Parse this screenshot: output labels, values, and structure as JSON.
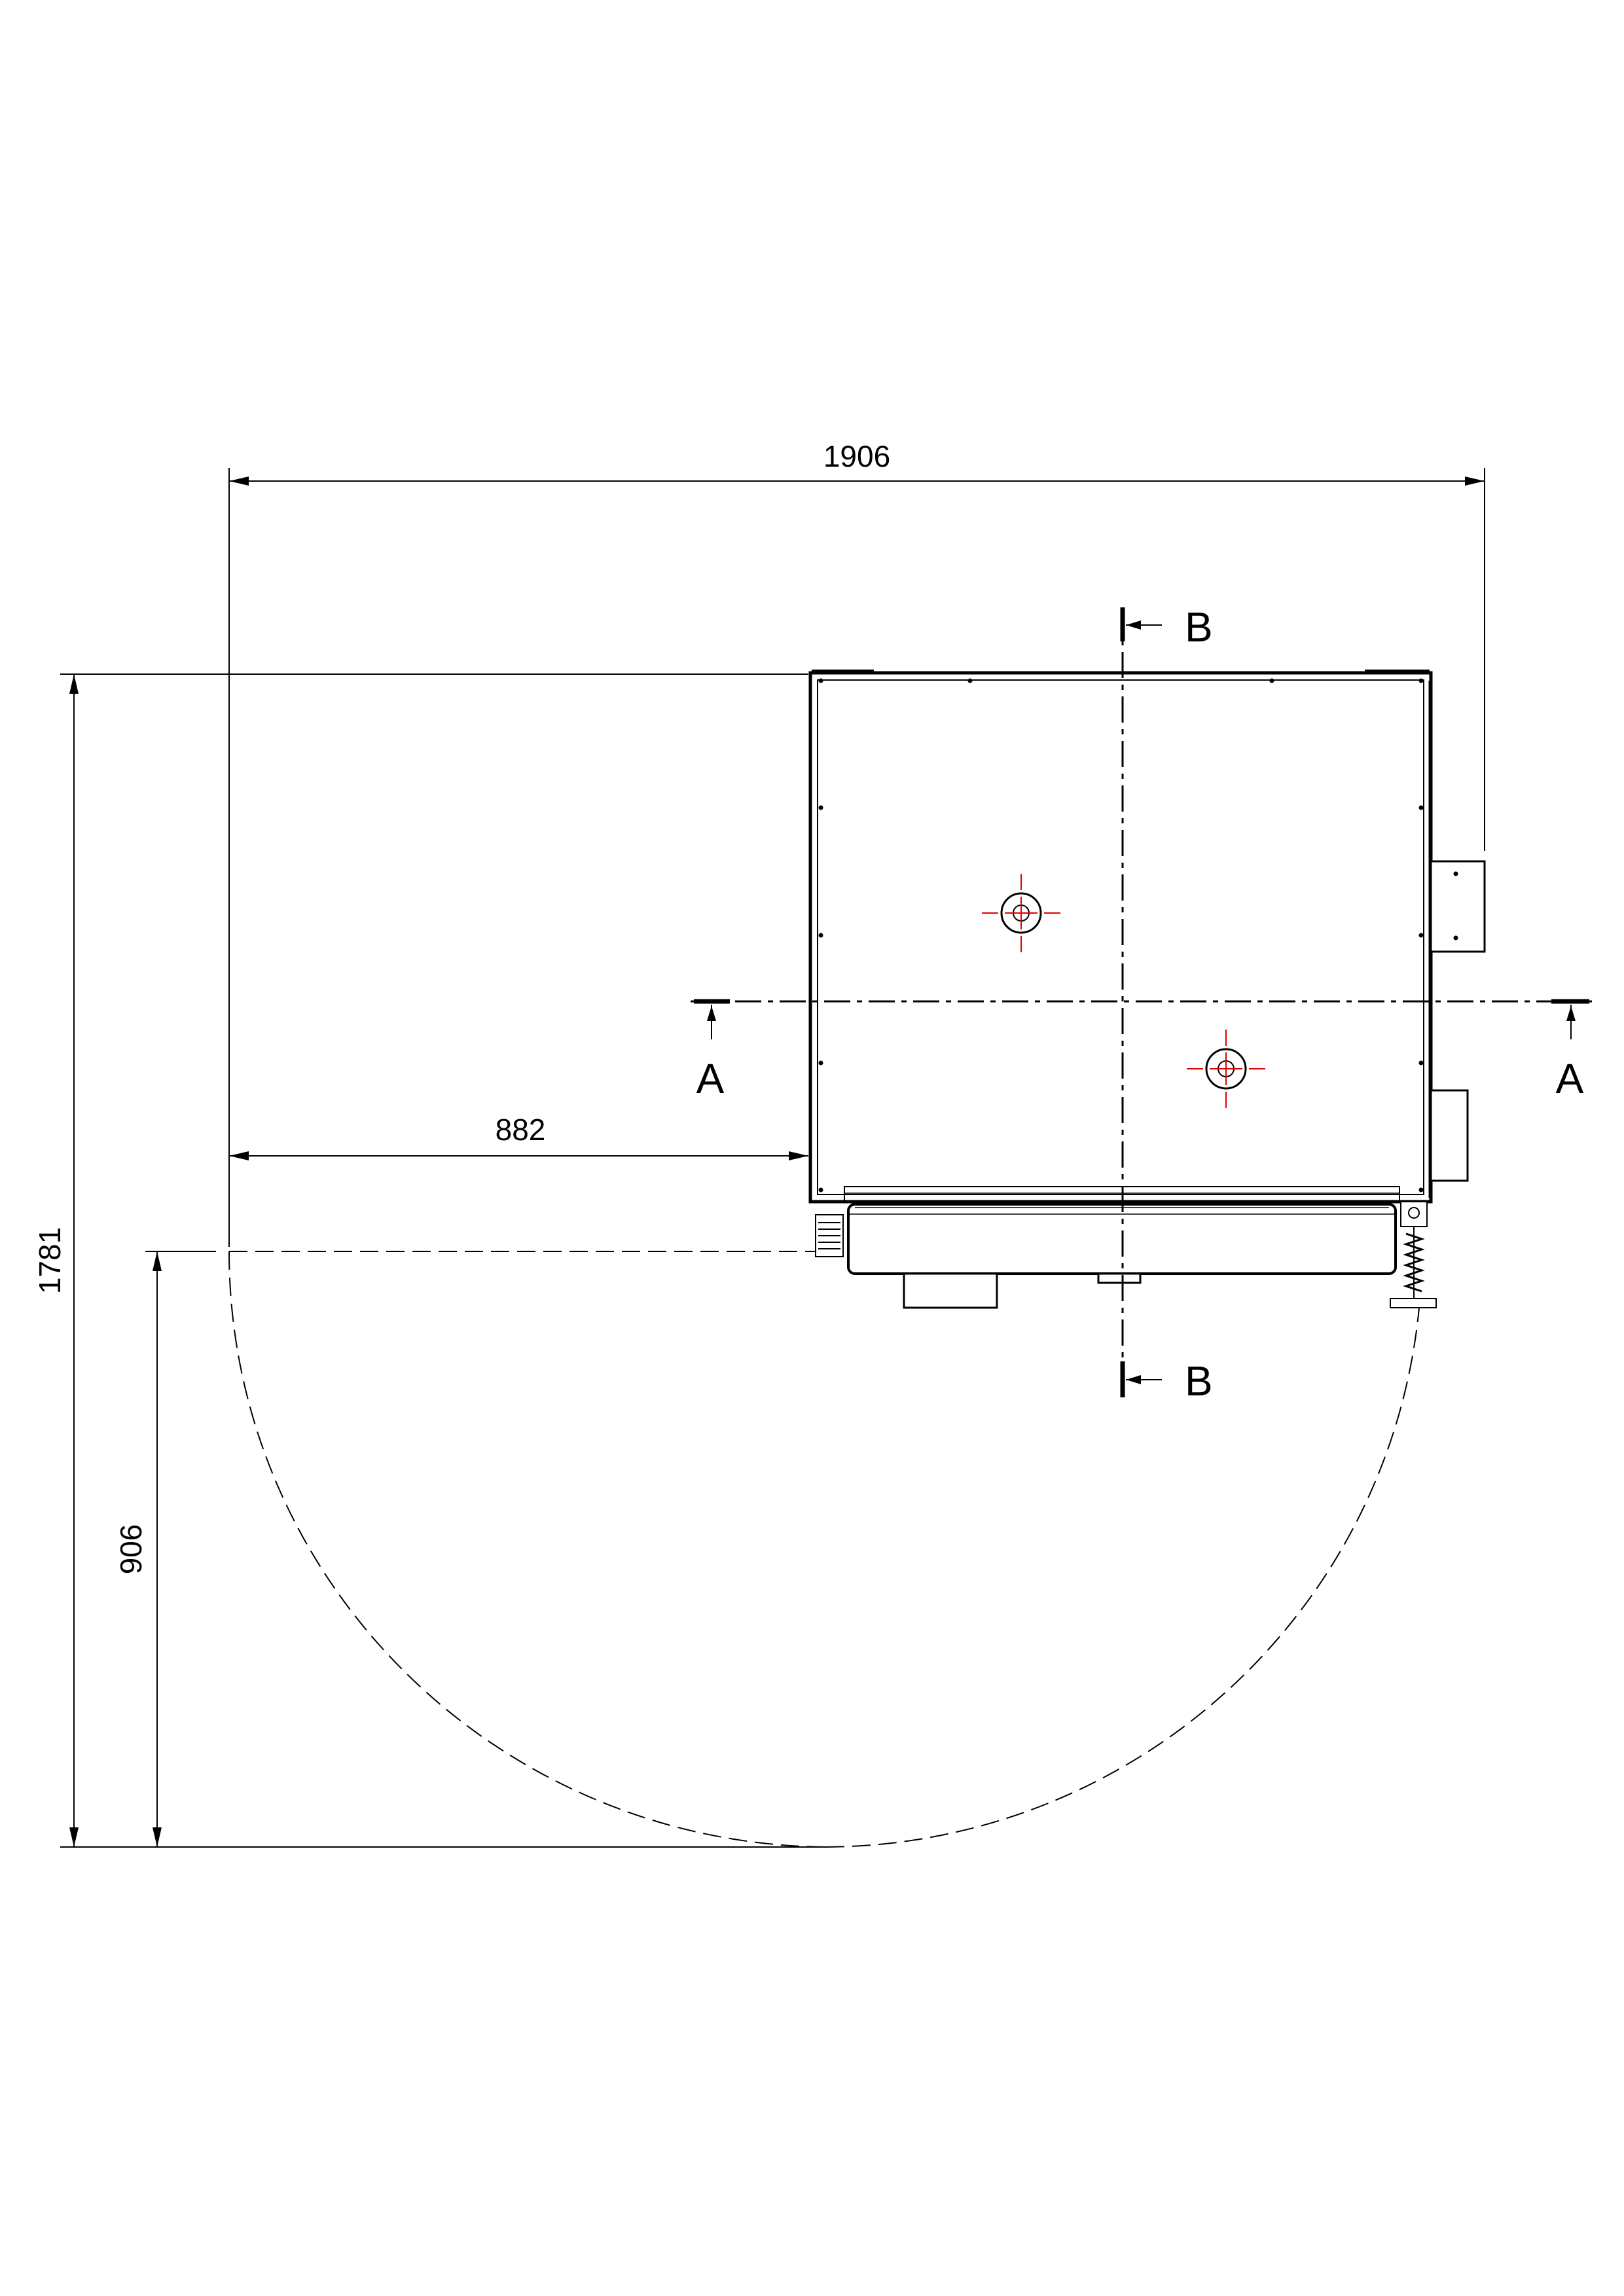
{
  "dimensions": {
    "overall_width": "1906",
    "offset_left": "882",
    "overall_depth": "1781",
    "door_swing": "906"
  },
  "section_labels": {
    "a_left": "A",
    "a_right": "A",
    "b_top": "B",
    "b_bottom": "B"
  },
  "colors": {
    "line": "#000000",
    "centermark": "#e00000"
  }
}
